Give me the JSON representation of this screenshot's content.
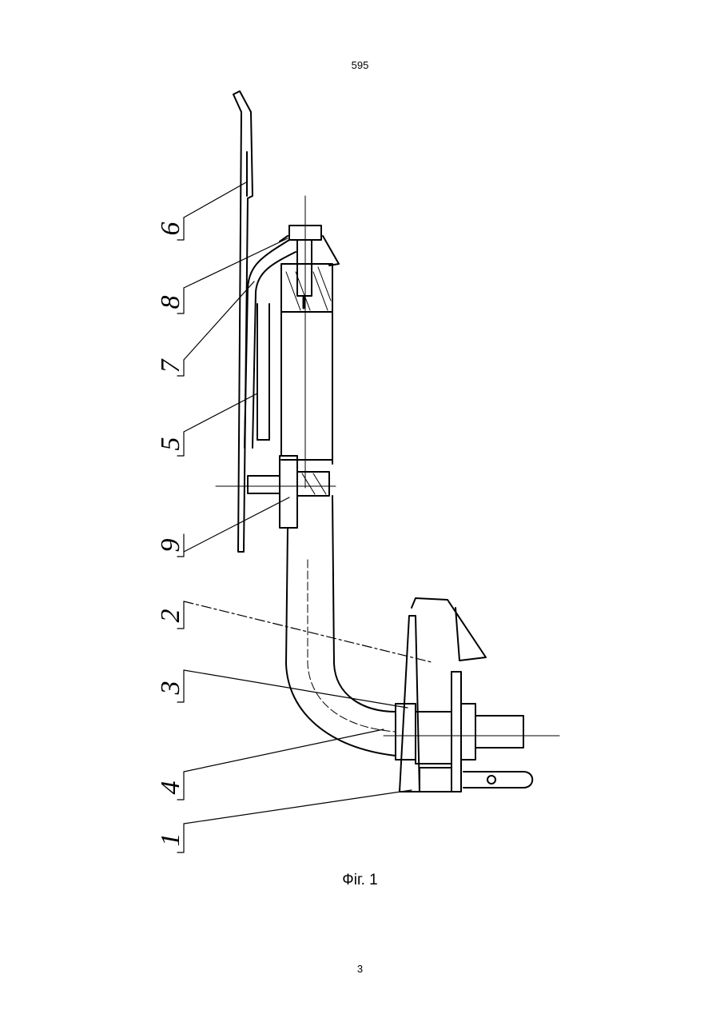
{
  "document": {
    "header_number": "595",
    "figure_caption": "Фіг. 1",
    "page_number": "3"
  },
  "figure": {
    "callouts": [
      "6",
      "8",
      "7",
      "5",
      "9",
      "2",
      "3",
      "4",
      "1"
    ]
  }
}
